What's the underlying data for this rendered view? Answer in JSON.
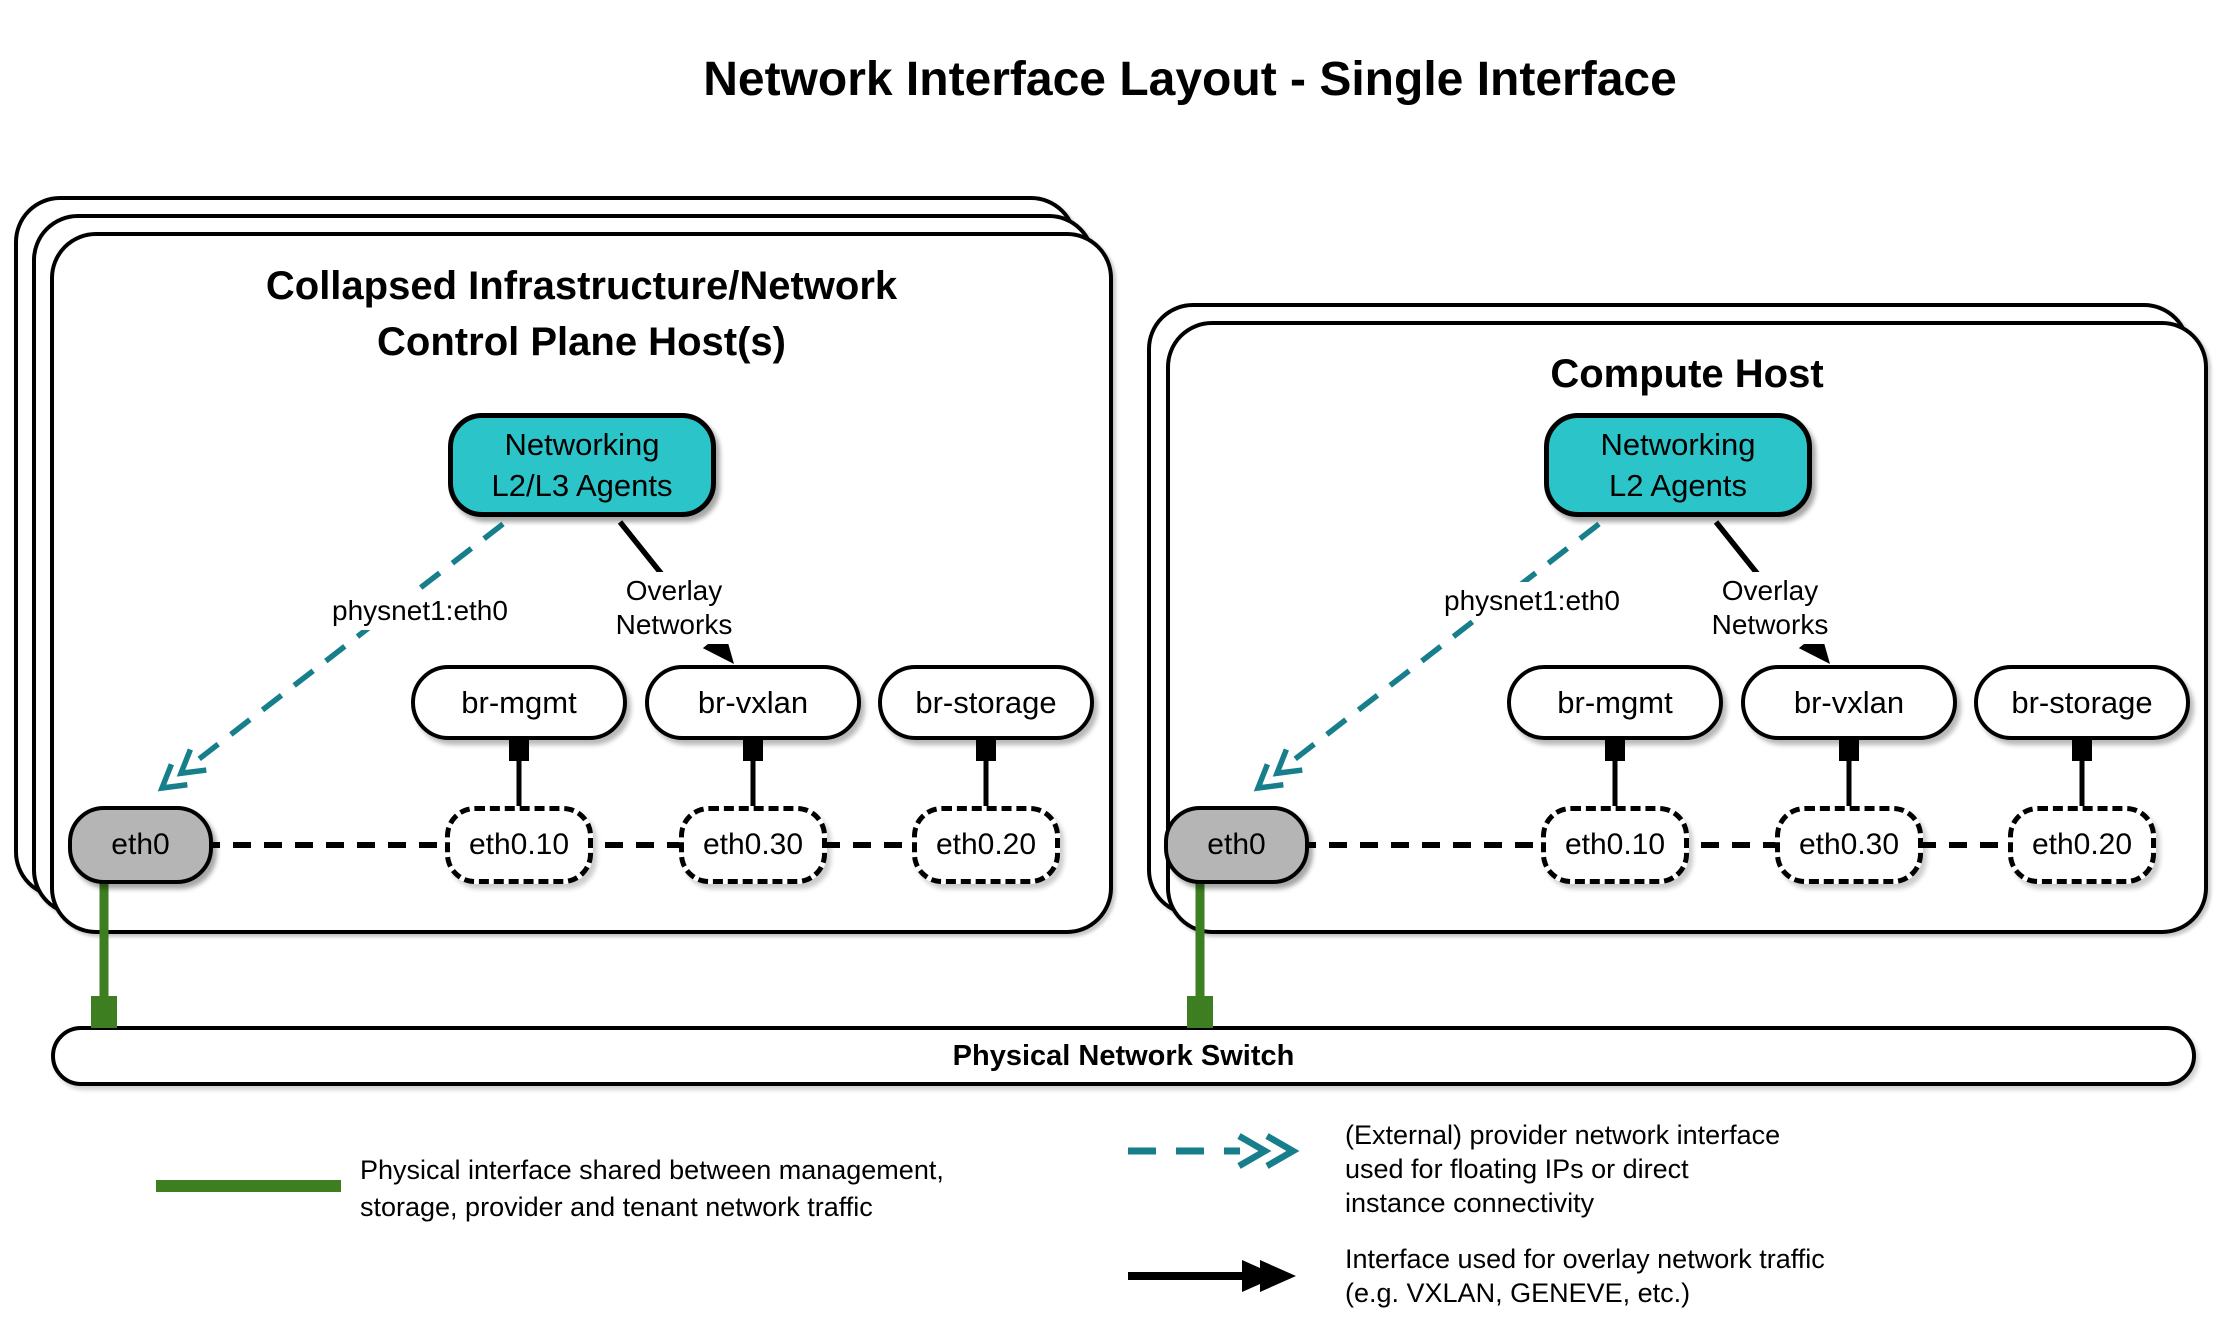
{
  "title": "Network Interface Layout - Single Interface",
  "hosts": {
    "left": {
      "title_lines": [
        "Collapsed Infrastructure/Network",
        "Control Plane Host(s)"
      ],
      "agent_lines": [
        "Networking",
        "L2/L3 Agents"
      ],
      "provider_label": "physnet1:eth0",
      "overlay_label": "Overlay Networks",
      "bridges": [
        "br-mgmt",
        "br-vxlan",
        "br-storage"
      ],
      "vlans": [
        "eth0.10",
        "eth0.30",
        "eth0.20"
      ],
      "nic": "eth0"
    },
    "right": {
      "title_lines": [
        "Compute Host"
      ],
      "agent_lines": [
        "Networking",
        "L2 Agents"
      ],
      "provider_label": "physnet1:eth0",
      "overlay_label": "Overlay Networks",
      "bridges": [
        "br-mgmt",
        "br-vxlan",
        "br-storage"
      ],
      "vlans": [
        "eth0.10",
        "eth0.30",
        "eth0.20"
      ],
      "nic": "eth0"
    }
  },
  "switch_label": "Physical Network Switch",
  "legend": {
    "physical": [
      "Physical interface shared between management,",
      "storage, provider and tenant network traffic"
    ],
    "provider": [
      "(External) provider network interface",
      "used for floating IPs or direct",
      "instance connectivity"
    ],
    "overlay": [
      "Interface used for overlay network traffic",
      "(e.g. VXLAN, GENEVE, etc.)"
    ]
  },
  "colors": {
    "agent_fill": "#2bc5c9",
    "provider_arrow": "#177f8b",
    "physical_line": "#3c7e20",
    "nic_fill": "#b5b5b5",
    "line": "#000000"
  }
}
